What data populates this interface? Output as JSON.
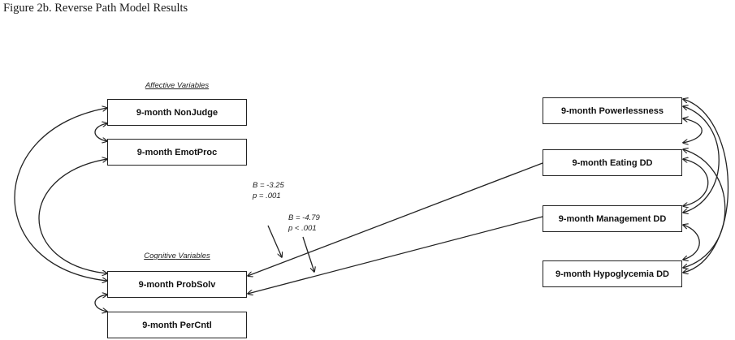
{
  "caption": "Figure 2b. Reverse Path Model Results",
  "groups": {
    "affective": "Affective Variables",
    "cognitive_prefix": "Cognitive",
    "cognitive_suffix": "Variables"
  },
  "nodes": {
    "nonjudge": "9-month NonJudge",
    "emotproc": "9-month EmotProc",
    "probsolv": "9-month ProbSolv",
    "percntl": "9-month PerCntl",
    "powerlessness": "9-month Powerlessness",
    "eating": "9-month Eating DD",
    "management": "9-month Management DD",
    "hypoglycemia": "9-month Hypoglycemia DD"
  },
  "paths": [
    {
      "from": "9-month Eating DD",
      "to": "9-month ProbSolv",
      "b": "B = -3.25",
      "p": "p = .001"
    },
    {
      "from": "9-month Management DD",
      "to": "9-month ProbSolv",
      "b": "B = -4.79",
      "p": "p < .001"
    }
  ]
}
